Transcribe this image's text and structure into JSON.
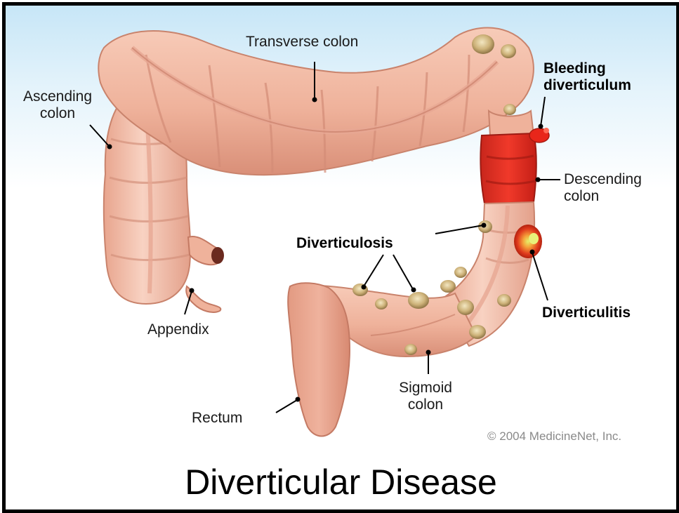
{
  "title": "Diverticular Disease",
  "copyright": "© 2004 MedicineNet, Inc.",
  "labels": {
    "transverse_colon": "Transverse colon",
    "ascending_colon": [
      "Ascending",
      "colon"
    ],
    "bleeding_diverticulum": [
      "Bleeding",
      "diverticulum"
    ],
    "descending_colon": [
      "Descending",
      "colon"
    ],
    "diverticulosis": "Diverticulosis",
    "diverticulitis": "Diverticulitis",
    "appendix": "Appendix",
    "rectum": "Rectum",
    "sigmoid_colon": [
      "Sigmoid",
      "colon"
    ]
  },
  "colors": {
    "colon": "#f2b9a3",
    "colon_shadow": "#d38c76",
    "bleeding": "#e3251b",
    "pouch": "#c9ad6e"
  }
}
